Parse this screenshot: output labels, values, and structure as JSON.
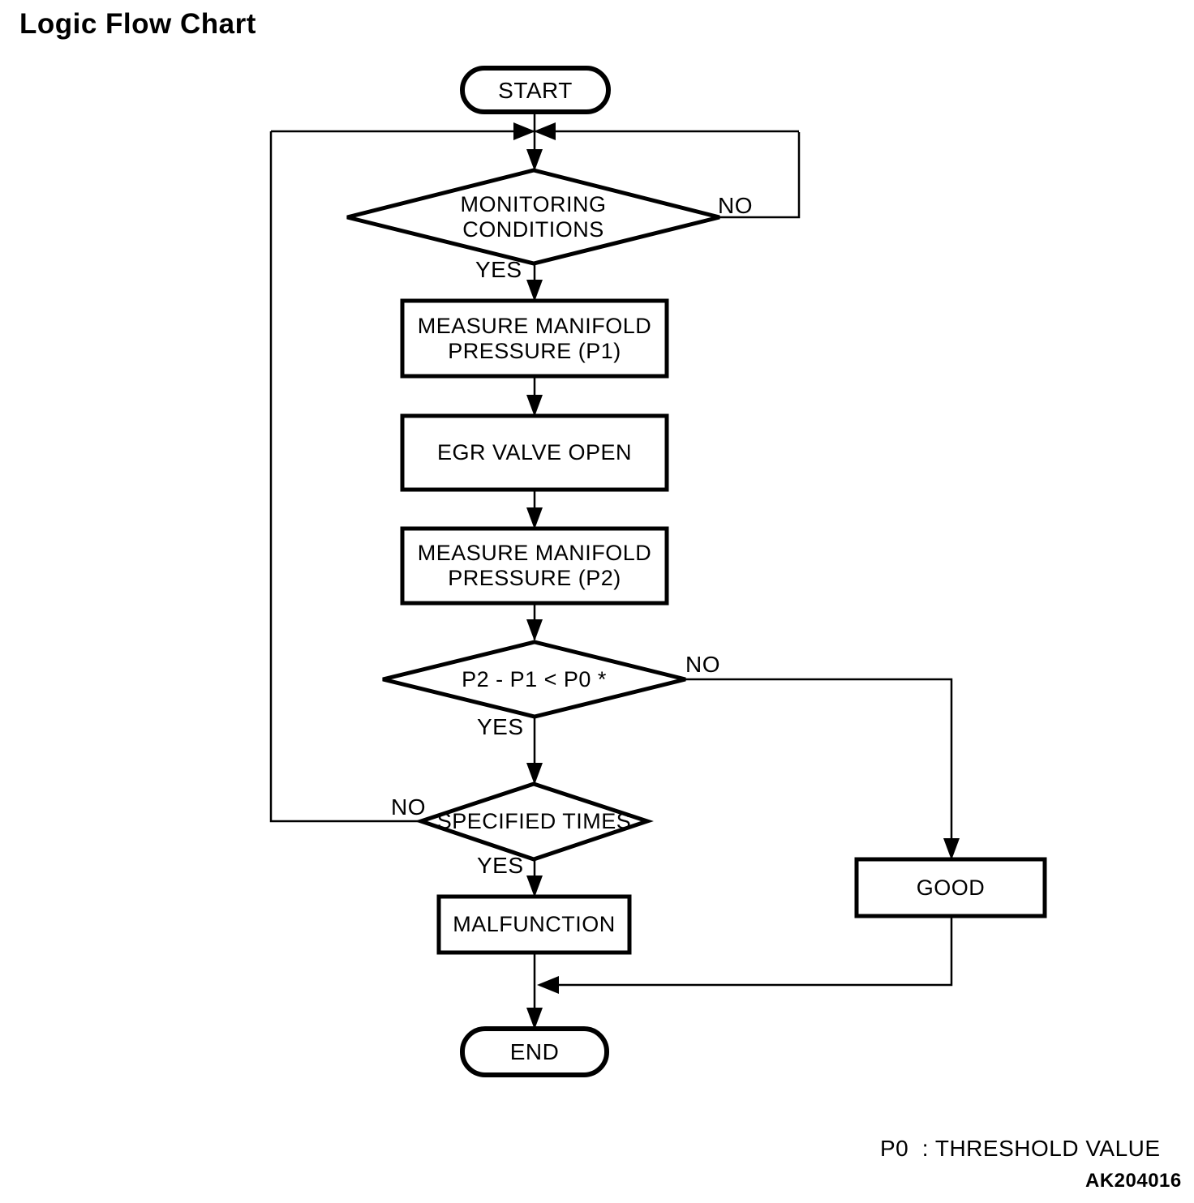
{
  "page": {
    "title": "Logic Flow Chart"
  },
  "flowchart": {
    "nodes": {
      "start": {
        "type": "terminator",
        "label": "START"
      },
      "monitoring_conditions": {
        "type": "decision",
        "label_line1": "MONITORING",
        "label_line2": "CONDITIONS"
      },
      "measure_p1": {
        "type": "process",
        "label_line1": "MEASURE MANIFOLD",
        "label_line2": "PRESSURE (P1)"
      },
      "egr_valve_open": {
        "type": "process",
        "label": "EGR VALVE OPEN"
      },
      "measure_p2": {
        "type": "process",
        "label_line1": "MEASURE MANIFOLD",
        "label_line2": "PRESSURE (P2)"
      },
      "pressure_compare": {
        "type": "decision",
        "label": "P2 - P1 < P0 *"
      },
      "specified_times": {
        "type": "decision",
        "label": "SPECIFIED TIMES"
      },
      "malfunction": {
        "type": "process",
        "label": "MALFUNCTION"
      },
      "good": {
        "type": "process",
        "label": "GOOD"
      },
      "end": {
        "type": "terminator",
        "label": "END"
      }
    },
    "branch_labels": {
      "monitoring_no": "NO",
      "monitoring_yes": "YES",
      "compare_no": "NO",
      "compare_yes": "YES",
      "specified_times_no": "NO",
      "specified_times_yes": "YES"
    },
    "edges": [
      {
        "from": "start",
        "to": "monitoring_conditions",
        "label": ""
      },
      {
        "from": "monitoring_conditions",
        "to": "loop_back_junction",
        "label": "NO"
      },
      {
        "from": "monitoring_conditions",
        "to": "measure_p1",
        "label": "YES"
      },
      {
        "from": "measure_p1",
        "to": "egr_valve_open",
        "label": ""
      },
      {
        "from": "egr_valve_open",
        "to": "measure_p2",
        "label": ""
      },
      {
        "from": "measure_p2",
        "to": "pressure_compare",
        "label": ""
      },
      {
        "from": "pressure_compare",
        "to": "good",
        "label": "NO"
      },
      {
        "from": "pressure_compare",
        "to": "specified_times",
        "label": "YES"
      },
      {
        "from": "specified_times",
        "to": "loop_back_junction",
        "label": "NO"
      },
      {
        "from": "specified_times",
        "to": "malfunction",
        "label": "YES"
      },
      {
        "from": "malfunction",
        "to": "end",
        "label": ""
      },
      {
        "from": "good",
        "to": "end",
        "label": ""
      }
    ],
    "colors": {
      "line": "#000000",
      "background": "#ffffff"
    }
  },
  "footer": {
    "legend": "P0  : THRESHOLD VALUE",
    "figure_code": "AK204016"
  }
}
